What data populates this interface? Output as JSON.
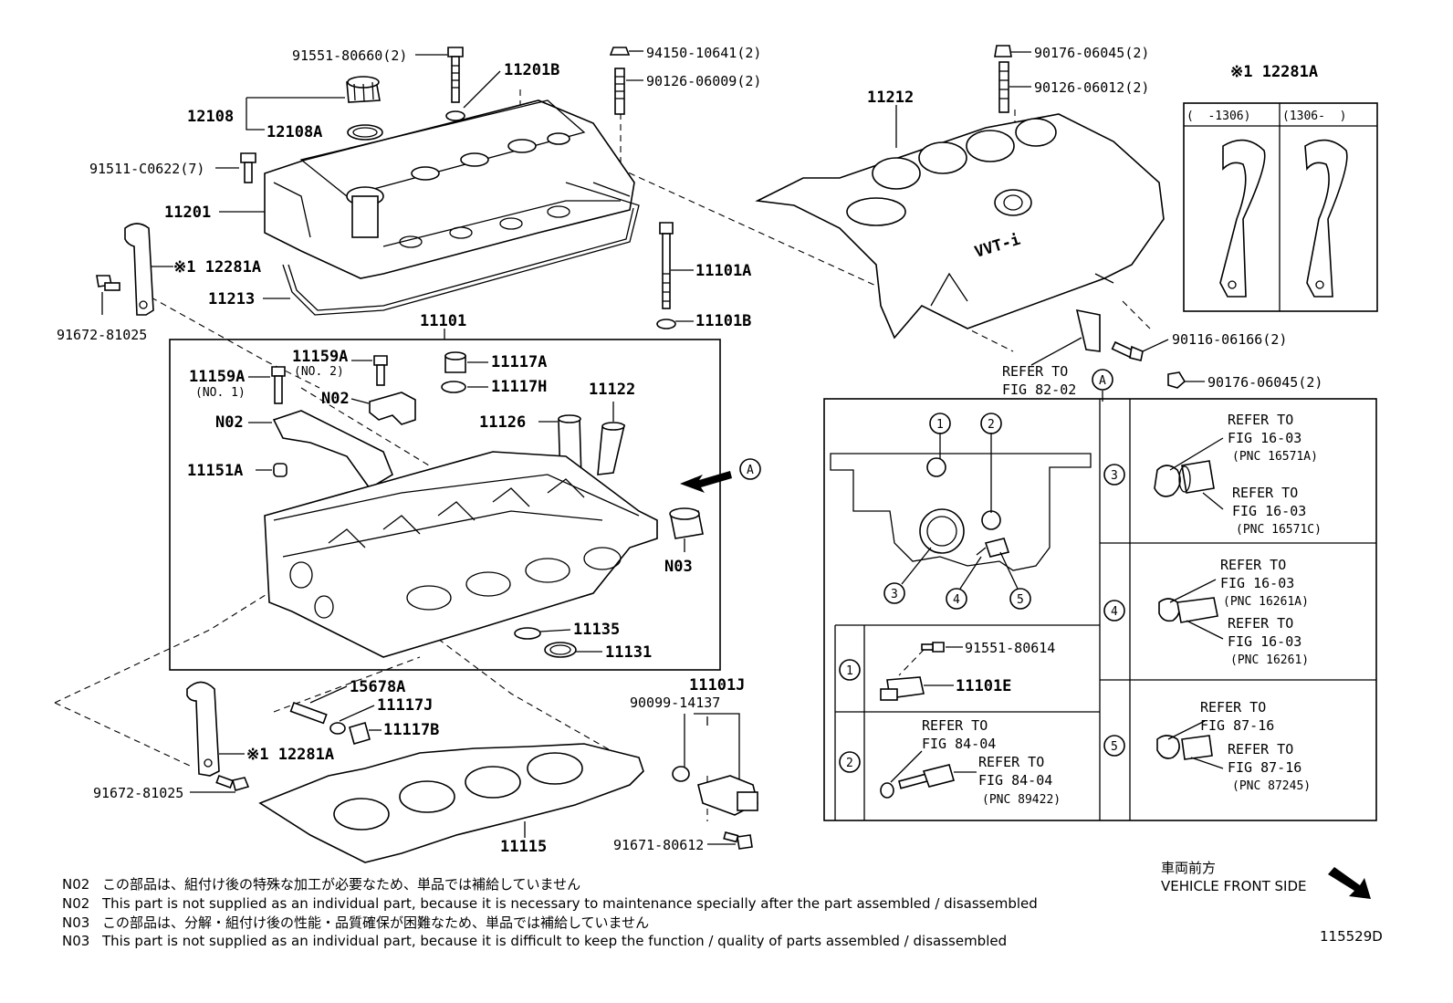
{
  "parts": {
    "p91551_80660": "91551-80660(2)",
    "p11201B": "11201B",
    "p94150": "94150-10641(2)",
    "p90126_06009": "90126-06009(2)",
    "p12108": "12108",
    "p12108A": "12108A",
    "p91511": "91511-C0622(7)",
    "p11201": "11201",
    "p12281A_left_top": "※1 12281A",
    "p11213": "11213",
    "p91672_top": "91672-81025",
    "p11101A": "11101A",
    "p11101B": "11101B",
    "p11101": "11101",
    "p11159A_no2": "11159A",
    "p11159A_no2_sub": "(NO. 2)",
    "p11159A_no1": "11159A",
    "p11159A_no1_sub": "(NO. 1)",
    "p11117A": "11117A",
    "p11117H": "11117H",
    "p11122": "11122",
    "p11126": "11126",
    "pN02_a": "N02",
    "pN02_b": "N02",
    "p11151A": "11151A",
    "pN03": "N03",
    "p11135": "11135",
    "p11131": "11131",
    "p15678A": "15678A",
    "p11117J": "11117J",
    "p11117B": "11117B",
    "p12281A_left_bottom": "※1 12281A",
    "p91672_bottom": "91672-81025",
    "p11101J": "11101J",
    "p90099": "90099-14137",
    "p11115": "11115",
    "p91671": "91671-80612",
    "p90176_top": "90176-06045(2)",
    "p90126_06012": "90126-06012(2)",
    "p11212": "11212",
    "p12281A_right": "※1 12281A",
    "range_left": "(  -1306)",
    "range_right": "(1306-  )",
    "p90116": "90116-06166(2)",
    "p90176_bottom": "90176-06045(2)",
    "refer_cover_1": "REFER TO",
    "refer_cover_2": "FIG 82-02",
    "vvti": "VVT-i"
  },
  "view_a": {
    "callout": "A",
    "c1": "1",
    "c2": "2",
    "c3": "3",
    "c4": "4",
    "c5": "5",
    "row1_part1": "91551-80614",
    "row1_part2": "11101E",
    "row2_refer_a1": "REFER TO",
    "row2_refer_a2": "FIG 84-04",
    "row2_refer_b1": "REFER TO",
    "row2_refer_b2": "FIG 84-04",
    "row2_pnc": "(PNC 89422)",
    "row3_refer_a1": "REFER TO",
    "row3_refer_a2": "FIG 16-03",
    "row3_pnc_a": "(PNC 16571A)",
    "row3_refer_b1": "REFER TO",
    "row3_refer_b2": "FIG 16-03",
    "row3_pnc_b": "(PNC 16571C)",
    "row4_refer_a1": "REFER TO",
    "row4_refer_a2": "FIG 16-03",
    "row4_pnc_a": "(PNC 16261A)",
    "row4_refer_b1": "REFER TO",
    "row4_refer_b2": "FIG 16-03",
    "row4_pnc_b": "(PNC 16261)",
    "row5_refer_a1": "REFER TO",
    "row5_refer_a2": "FIG 87-16",
    "row5_refer_b1": "REFER TO",
    "row5_refer_b2": "FIG 87-16",
    "row5_pnc": "(PNC 87245)"
  },
  "front": {
    "jp": "車両前方",
    "en": "VEHICLE FRONT SIDE"
  },
  "notes": [
    {
      "code": "N02",
      "text": "この部品は、組付け後の特殊な加工が必要なため、単品では補給していません"
    },
    {
      "code": "N02",
      "text": "This part is not supplied as an individual part, because it is necessary to maintenance specially after the part assembled / disassembled"
    },
    {
      "code": "N03",
      "text": "この部品は、分解・組付け後の性能・品質確保が困難なため、単品では補給していません"
    },
    {
      "code": "N03",
      "text": "This part is not supplied as an individual part, because it is difficult to keep the function / quality of parts  assembled / disassembled"
    }
  ],
  "figure_id": "115529D"
}
